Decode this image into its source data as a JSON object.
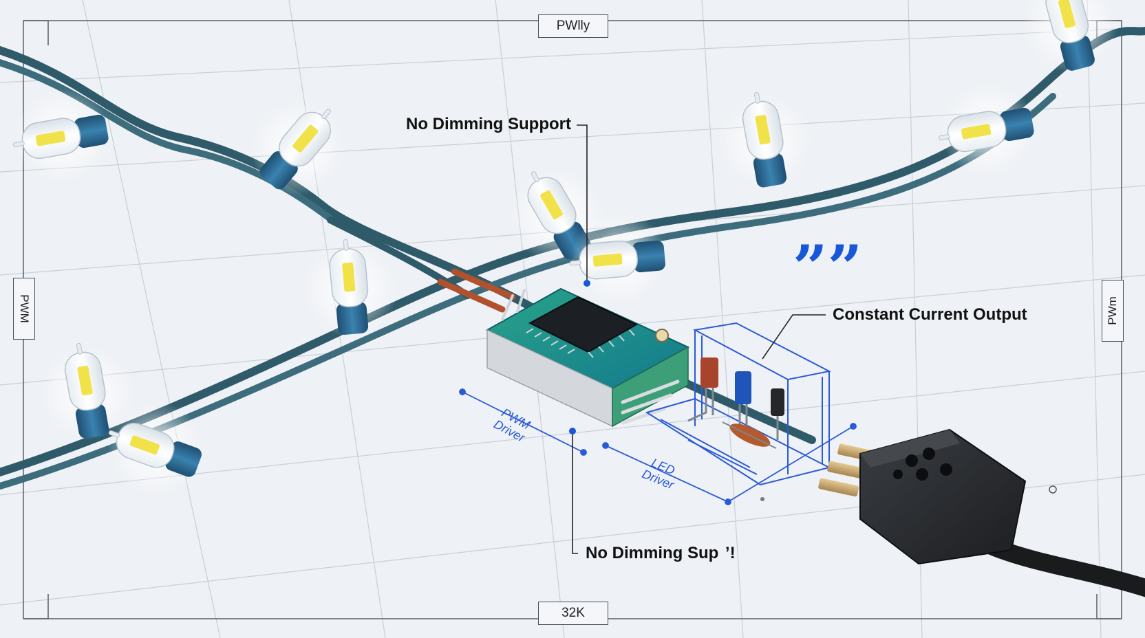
{
  "frame": {
    "top_label": "PWlly",
    "bottom_label": "32K",
    "left_label": "PWM",
    "right_label": "PWm"
  },
  "callouts": {
    "top": "No Dimming Support",
    "bottom": "No Dimming Sup  ’!",
    "right": "Constant Current Output"
  },
  "quote_mark": "””",
  "dimension_labels": {
    "module_line1": "PWM",
    "module_line2": "Driver",
    "led_line1": "LED",
    "led_line2": "Driver"
  },
  "icons": {
    "bulbs": "led-bulb-icon",
    "chip": "microcontroller-icon",
    "plug": "power-plug-icon"
  },
  "colors": {
    "background": "#eef1f5",
    "grid": "#c9cfd8",
    "wire": "#2f5a6a",
    "bulb_socket": "#2f6d96",
    "led_yellow": "#f2e24a",
    "pcb_green": "#1f8f74",
    "blueprint": "#2a5ad8",
    "plug_body": "#2b2d31"
  }
}
